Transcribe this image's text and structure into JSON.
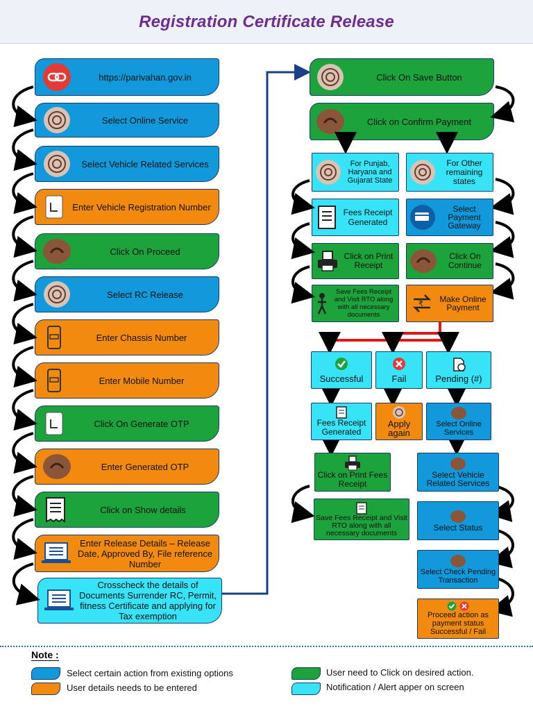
{
  "title": "Registration Certificate Release",
  "left_steps": [
    {
      "label": "https://parivahan.gov.in"
    },
    {
      "label": "Select Online Service"
    },
    {
      "label": "Select Vehicle Related Services"
    },
    {
      "label": "Enter Vehicle Registration Number"
    },
    {
      "label": "Click On Proceed"
    },
    {
      "label": "Select RC Release"
    },
    {
      "label": "Enter Chassis Number"
    },
    {
      "label": "Enter Mobile Number"
    },
    {
      "label": "Click On Generate OTP"
    },
    {
      "label": "Enter Generated OTP"
    },
    {
      "label": "Click on Show details"
    },
    {
      "label": "Enter Release Details – Release Date, Approved By, File reference Number"
    },
    {
      "label": "Crosscheck the details of Documents Surrender RC, Permit, fitness Certificate and applying for Tax exemption"
    }
  ],
  "right_top": {
    "save": "Click On Save Button",
    "confirm": "Click on Confirm Payment"
  },
  "branch_a": {
    "state": "For Punjab, Haryana and Gujarat State",
    "receipt": "Fees Receipt Generated",
    "print": "Click on Print Receipt",
    "visit": "Save Fees Receipt and Visit RTO along with all necessary documents"
  },
  "branch_b": {
    "state": "For Other remaining states",
    "gateway": "Select Payment Gateway",
    "continue": "Click On Continue",
    "pay": "Make Online Payment"
  },
  "status": {
    "successful": "Successful",
    "fail": "Fail",
    "pending": "Pending (#)"
  },
  "success_path": {
    "receipt": "Fees Receipt Generated",
    "print": "Click on Print Fees Receipt",
    "visit": "Save Fees Receipt and Visit RTO along with all necessary documents"
  },
  "fail_path": {
    "apply": "Apply again"
  },
  "pending_path": {
    "online": "Select Online Services",
    "vehicle": "Select Vehicle Related Services",
    "status": "Select Status",
    "check": "Select Check Pending Transaction",
    "proceed": "Proceed action as payment status Successful / Fail"
  },
  "note": {
    "title": "Note :",
    "blue": "Select certain action from existing options",
    "orange": "User details needs to be entered",
    "green": "User need to Click on desired action.",
    "cyan": "Notification / Alert apper on screen"
  },
  "colors": {
    "blue": "#1199db",
    "orange": "#f28a0f",
    "green": "#1da33b",
    "cyan": "#37e3f7",
    "title": "#6d2c91"
  },
  "icons": [
    "link-icon",
    "fingerprint-hand-icon",
    "mobile-phone-icon",
    "receipt-icon",
    "laptop-list-icon",
    "printer-icon",
    "card-payment-icon",
    "rupee-exchange-icon",
    "person-walking-icon",
    "check-circle-icon",
    "cross-circle-icon",
    "document-clock-icon"
  ]
}
